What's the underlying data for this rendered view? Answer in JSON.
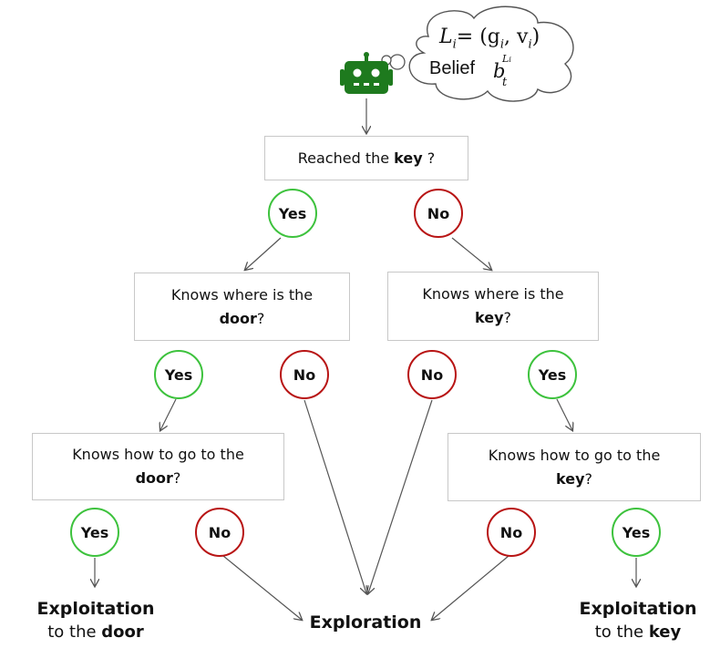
{
  "thought": {
    "formula_lhs": "L",
    "formula_lhs_sub": "i",
    "formula_rhs": "= (g",
    "formula_g_sub": "i",
    "formula_comma": ", v",
    "formula_v_sub": "i",
    "formula_close": ")",
    "belief_label": "Belief",
    "belief_symbol": "b",
    "belief_sub": "t",
    "belief_sup": "L",
    "belief_sup_sub": "i"
  },
  "icons": {
    "agent": "robot-icon"
  },
  "colors": {
    "yes": "#3dc23d",
    "no": "#b81414",
    "robot": "#1e7a1e",
    "line": "#555555"
  },
  "nodes": {
    "root": {
      "prefix": "Reached the ",
      "bold": "key",
      "suffix": " ?"
    },
    "left_mid": {
      "line1": "Knows where is the",
      "bold": "door",
      "suffix": "?"
    },
    "right_mid": {
      "line1": "Knows where is the",
      "bold": "key",
      "suffix": "?"
    },
    "left_low": {
      "line1": "Knows how to go to the",
      "bold": "door",
      "suffix": "?"
    },
    "right_low": {
      "line1": "Knows how to go to the",
      "bold": "key",
      "suffix": "?"
    }
  },
  "answers": {
    "yes": "Yes",
    "no": "No"
  },
  "outcomes": {
    "exploit_door": {
      "title": "Exploitation",
      "prefix": "to the ",
      "bold": "door"
    },
    "exploration": {
      "title": "Exploration"
    },
    "exploit_key": {
      "title": "Exploitation",
      "prefix": "to the ",
      "bold": "key"
    }
  }
}
